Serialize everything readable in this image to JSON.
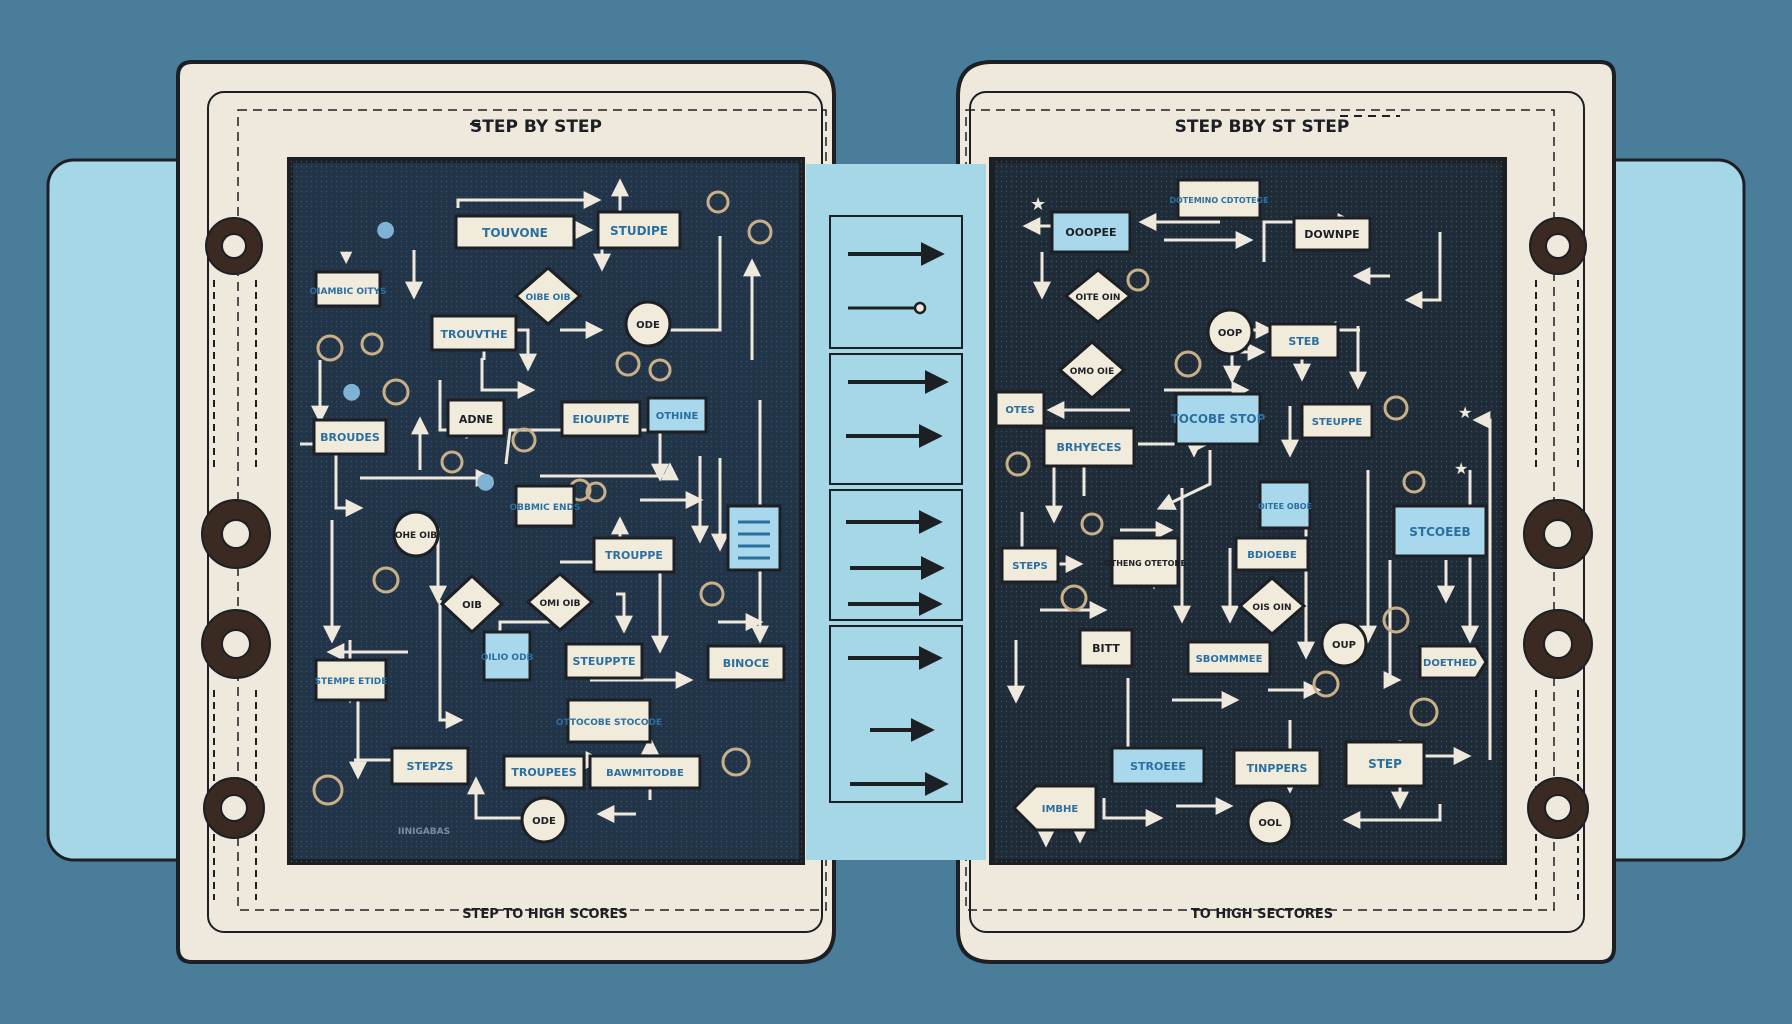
{
  "left_panel": {
    "header": "STEP BY STEP",
    "footer": "STEP TO HIGH SCORES",
    "boxes": [
      "TOUVONE",
      "STUDIPE",
      "OIAMBIC OITYS",
      "TROUVTHE",
      "ADNE",
      "BROUDES",
      "EIOUIPTE",
      "OTHINE",
      "OBBMIC ENDS",
      "TROUPPE",
      "STEUPPTE",
      "OILIO ODB",
      "BINOCE",
      "STEMPE ETIDE",
      "OTTOCOBE STOCODE",
      "STEPZS",
      "TROUPEES",
      "BAWMITODBE"
    ],
    "diamonds": [
      "OIBE OIB",
      "OIB",
      "OMI OIB"
    ],
    "circles": [
      "ODE",
      "OHE OIB",
      "ODE"
    ],
    "caption": "IINIGABAS"
  },
  "right_panel": {
    "header": "STEP BBY ST STEP",
    "footer": "TO HIGH SECTORES",
    "boxes": [
      "DOTEMINO CDTOTEGE",
      "OOOPEE",
      "DOWNPE",
      "OTES",
      "TOCOBE STOP",
      "STEB",
      "BRHYECES",
      "STEUPPE",
      "OITEE OBOE",
      "STEPS",
      "OTHENG OTETORE",
      "BDIOEBE",
      "STCOEEB",
      "BITT",
      "SBOMMMEE",
      "DOETHED",
      "STROEEE",
      "TINPPERS",
      "STEP",
      "IMBHE"
    ],
    "diamonds": [
      "OITE OIN",
      "OMO OIE",
      "OIS OIN"
    ],
    "circles": [
      "OOP",
      "OUP",
      "OOL"
    ]
  },
  "colors": {
    "background": "#4a7d99",
    "light_blue": "#a6d7e7",
    "panel_bg": "#efe9dd",
    "board_dark": "#223447",
    "box_fill": "#f1ebdc",
    "box_blue": "#a9d8ec",
    "ink": "#1c1f24"
  }
}
